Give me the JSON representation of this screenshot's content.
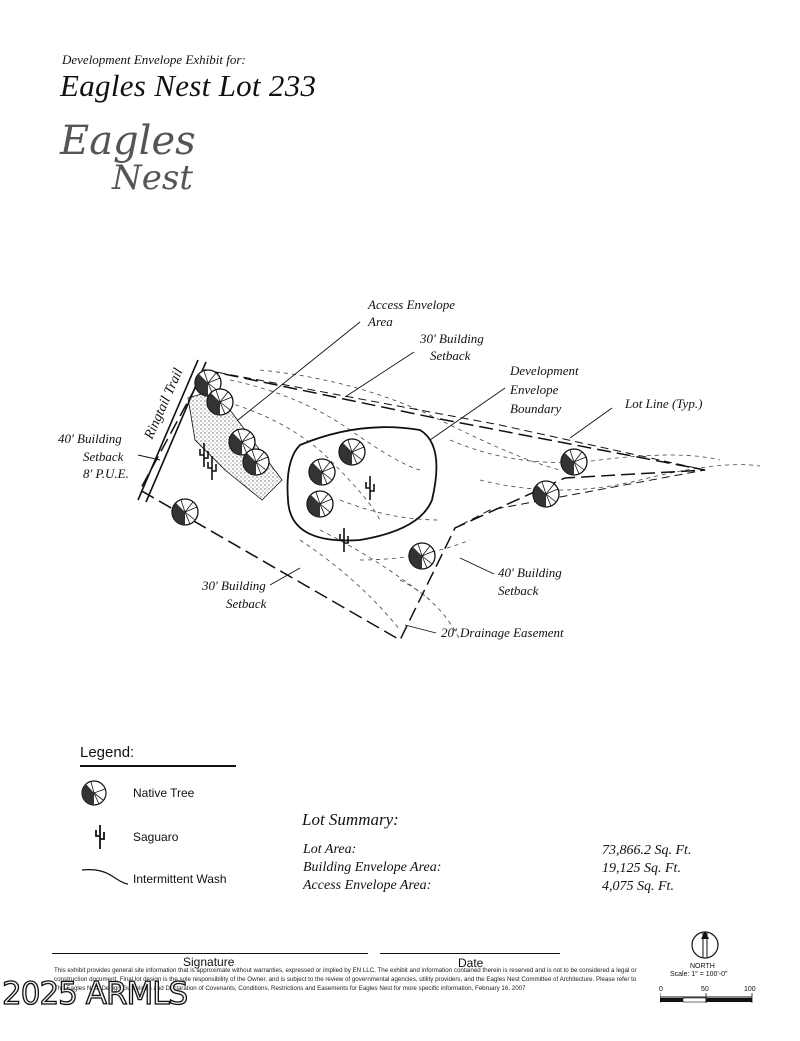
{
  "header": {
    "subtitle": "Development Envelope Exhibit for:",
    "title": "Eagles Nest Lot 233",
    "logo_line1": "Eagles",
    "logo_line2": "Nest"
  },
  "plan": {
    "road_label": "Ringtail Trail",
    "labels": {
      "access_envelope_1": "Access Envelope",
      "access_envelope_2": "Area",
      "setback30_top_1": "30' Building",
      "setback30_top_2": "Setback",
      "dev_env_1": "Development",
      "dev_env_2": "Envelope",
      "dev_env_3": "Boundary",
      "lot_line": "Lot Line (Typ.)",
      "setback40_left_1": "40' Building",
      "setback40_left_2": "Setback",
      "pue": "8' P.U.E.",
      "setback30_bottom_1": "30' Building",
      "setback30_bottom_2": "Setback",
      "setback40_right_1": "40' Building",
      "setback40_right_2": "Setback",
      "drainage": "20' Drainage Easement"
    }
  },
  "legend": {
    "title": "Legend:",
    "items": [
      {
        "label": "Native Tree",
        "icon": "native-tree-icon"
      },
      {
        "label": "Saguaro",
        "icon": "saguaro-icon"
      },
      {
        "label": "Intermittent Wash",
        "icon": "wash-icon"
      }
    ]
  },
  "lot_summary": {
    "title": "Lot Summary:",
    "rows": [
      {
        "label": "Lot Area:",
        "value": "73,866.2 Sq. Ft."
      },
      {
        "label": "Building Envelope Area:",
        "value": "19,125 Sq. Ft."
      },
      {
        "label": "Access Envelope Area:",
        "value": "4,075 Sq. Ft."
      }
    ]
  },
  "footer": {
    "signature_label": "Signature",
    "date_label": "Date",
    "disclaimer": "This exhibit provides general site information that is approximate without warranties, expressed or implied by EN LLC. The exhibit and information contained therein is reserved and is not to be considered a legal or construction document. Final lot design is the sole responsibility of the Owner, and is subject to the review of governmental agencies, utility providers, and the Eagles Nest Committee of Architecture. Please refer to The Eagles Nest Design Guidelines and Declaration of Covenants, Conditions, Restrictions and Easements for Eagles Nest for more specific information, February 16, 2007",
    "watermark": "2025 ARMLS",
    "north_label": "NORTH",
    "scale_label": "Scale: 1\" = 100'-0\"",
    "scale_ticks": [
      "0",
      "50",
      "100"
    ]
  }
}
